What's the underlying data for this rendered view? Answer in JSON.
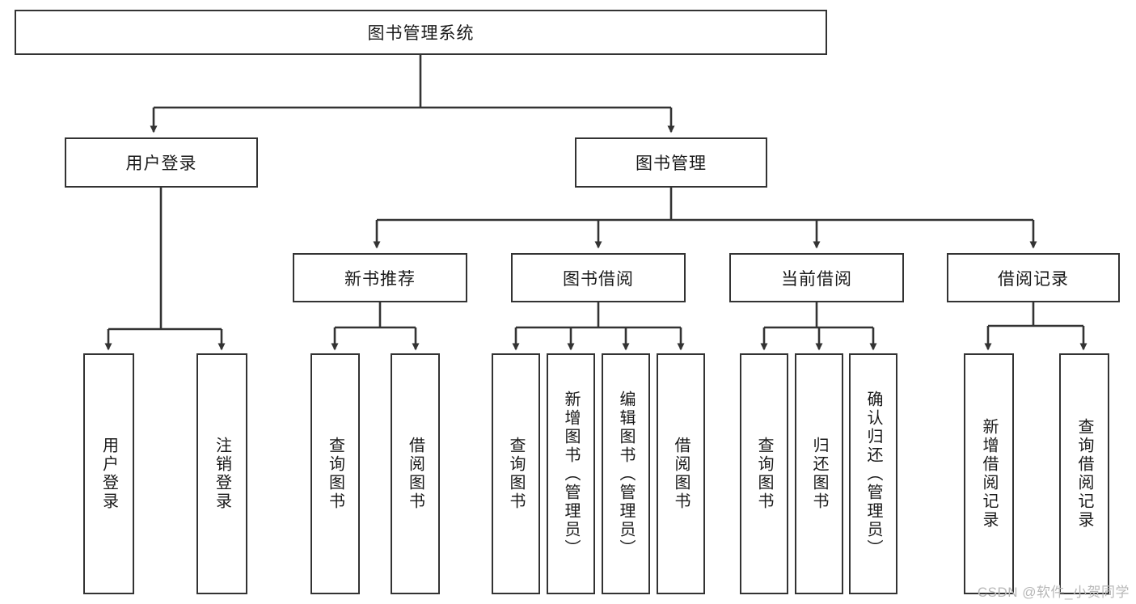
{
  "diagram": {
    "title": "图书管理系统",
    "type": "tree-hierarchy-diagram",
    "colors": {
      "box_border": "#333333",
      "box_fill": "#ffffff",
      "connector": "#333333",
      "background": "#ffffff",
      "watermark": "#b8b8b8"
    },
    "root": {
      "label": "图书管理系统"
    },
    "level2": [
      {
        "label": "用户登录"
      },
      {
        "label": "图书管理"
      }
    ],
    "level3": [
      {
        "label": "新书推荐"
      },
      {
        "label": "图书借阅"
      },
      {
        "label": "当前借阅"
      },
      {
        "label": "借阅记录"
      }
    ],
    "leaves": {
      "user_login": [
        {
          "label": "用户登录"
        },
        {
          "label": "注销登录"
        }
      ],
      "new_book_recommend": [
        {
          "label": "查询图书"
        },
        {
          "label": "借阅图书"
        }
      ],
      "book_borrow": [
        {
          "label": "查询图书"
        },
        {
          "label": "新增图书（管理员）"
        },
        {
          "label": "编辑图书（管理员）"
        },
        {
          "label": "借阅图书"
        }
      ],
      "current_borrow": [
        {
          "label": "查询图书"
        },
        {
          "label": "归还图书"
        },
        {
          "label": "确认归还（管理员）"
        }
      ],
      "borrow_record": [
        {
          "label": "新增借阅记录"
        },
        {
          "label": "查询借阅记录"
        }
      ]
    }
  },
  "watermark": {
    "text": "CSDN @软件_小贺同学"
  }
}
